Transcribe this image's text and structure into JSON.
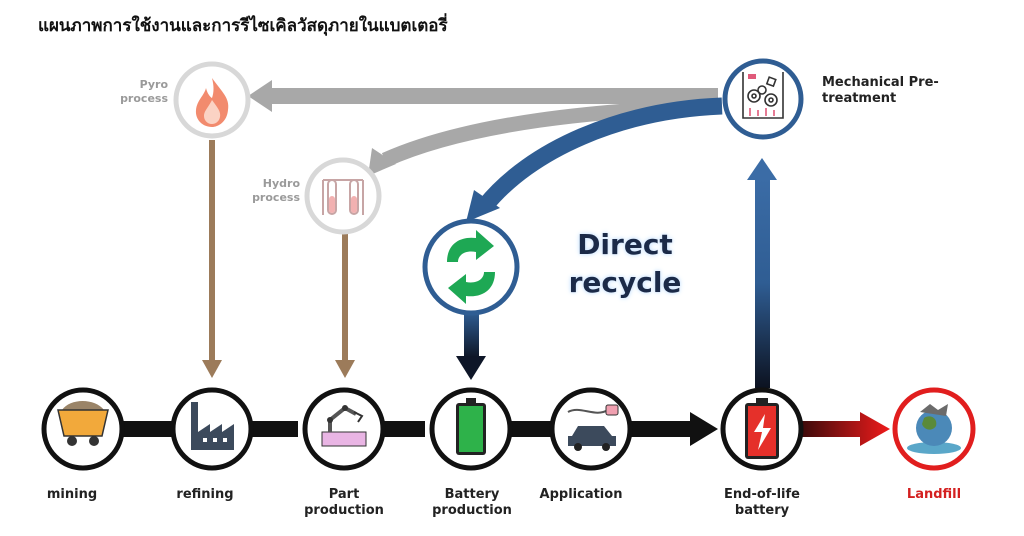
{
  "title": "แผนภาพการใช้งานและการรีไซเคิลวัสดุภายในแบตเตอรี่",
  "direct_recycle": {
    "line1": "Direct",
    "line2": "recycle"
  },
  "stages": {
    "mining": "mining",
    "refining": "refining",
    "part_production": "Part production",
    "battery_production": "Battery production",
    "application": "Application",
    "eol_battery": "End-of-life battery",
    "landfill": "Landfill"
  },
  "processes": {
    "pyro": "Pyro process",
    "hydro": "Hydro process",
    "mechanical": "Mechanical Pre-treatment"
  },
  "colors": {
    "dark": "#111111",
    "blue_flow": "#2f5d93",
    "brown_flow": "#9c7b5a",
    "gray_flow": "#aaaaaa",
    "landfill_red": "#e11e1e",
    "recycle_green": "#1ea854"
  }
}
